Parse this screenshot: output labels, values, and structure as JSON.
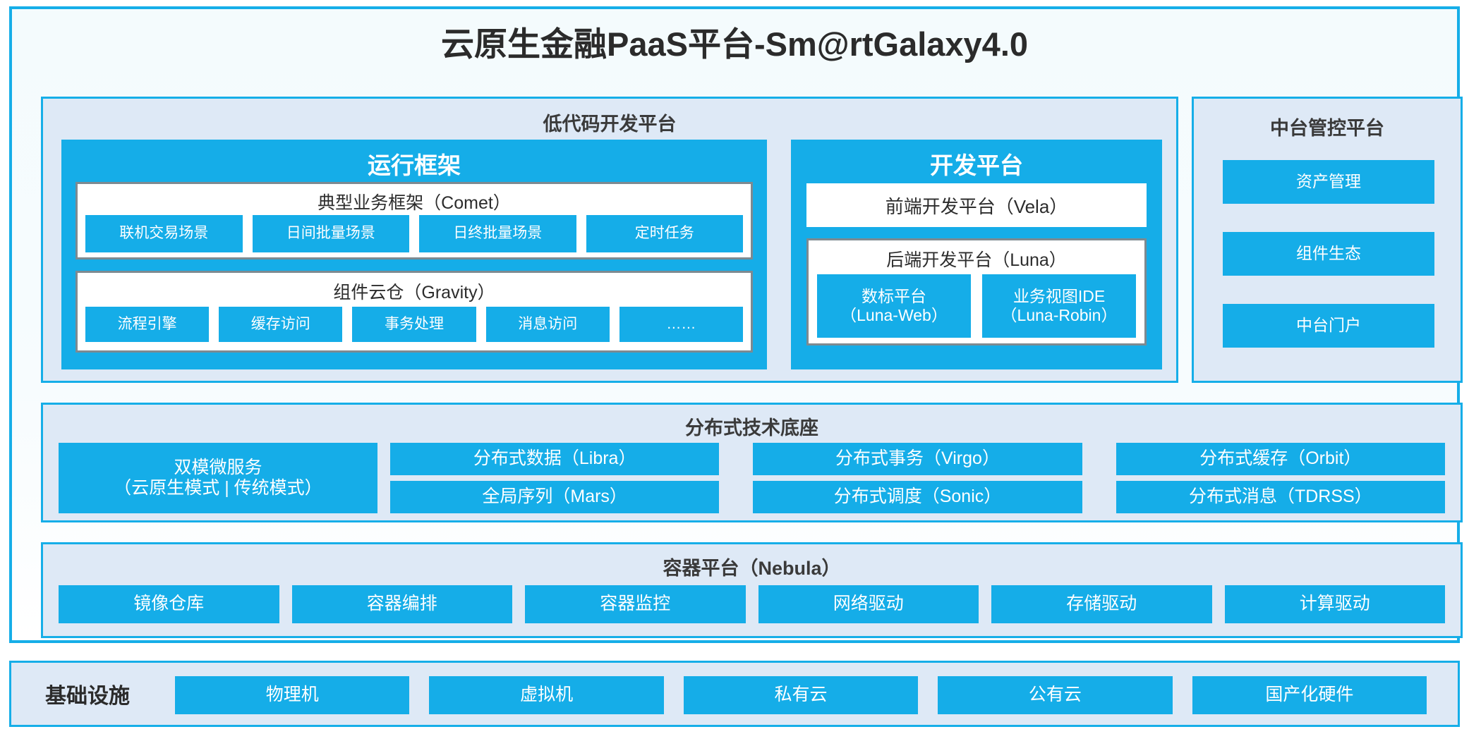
{
  "platform": {
    "title": "云原生金融PaaS平台-Sm@rtGalaxy4.0",
    "border_color": "#16AEE8",
    "panel_fill": "#DEE9F6",
    "block_fill": "#15ADE8"
  },
  "lowcode": {
    "title": "低代码开发平台",
    "runtime": {
      "title": "运行框架",
      "comet": {
        "title": "典型业务框架（Comet）",
        "items": [
          "联机交易场景",
          "日间批量场景",
          "日终批量场景",
          "定时任务"
        ]
      },
      "gravity": {
        "title": "组件云仓（Gravity）",
        "items": [
          "流程引擎",
          "缓存访问",
          "事务处理",
          "消息访问",
          "……"
        ]
      }
    },
    "devplatform": {
      "title": "开发平台",
      "frontend": "前端开发平台（Vela）",
      "backend": {
        "title": "后端开发平台（Luna）",
        "items": [
          {
            "name": "数标平台",
            "code": "（Luna-Web）"
          },
          {
            "name": "业务视图IDE",
            "code": "（Luna-Robin）"
          }
        ]
      }
    }
  },
  "management": {
    "title": "中台管控平台",
    "items": [
      "资产管理",
      "组件生态",
      "中台门户"
    ]
  },
  "techbase": {
    "title": "分布式技术底座",
    "dual_mode": {
      "line1": "双模微服务",
      "line2": "（云原生模式 | 传统模式）"
    },
    "columns": [
      [
        "分布式数据（Libra）",
        "全局序列（Mars）"
      ],
      [
        "分布式事务（Virgo）",
        "分布式调度（Sonic）"
      ],
      [
        "分布式缓存（Orbit）",
        "分布式消息（TDRSS）"
      ]
    ]
  },
  "container": {
    "title": "容器平台（Nebula）",
    "items": [
      "镜像仓库",
      "容器编排",
      "容器监控",
      "网络驱动",
      "存储驱动",
      "计算驱动"
    ]
  },
  "infrastructure": {
    "title": "基础设施",
    "items": [
      "物理机",
      "虚拟机",
      "私有云",
      "公有云",
      "国产化硬件"
    ]
  }
}
